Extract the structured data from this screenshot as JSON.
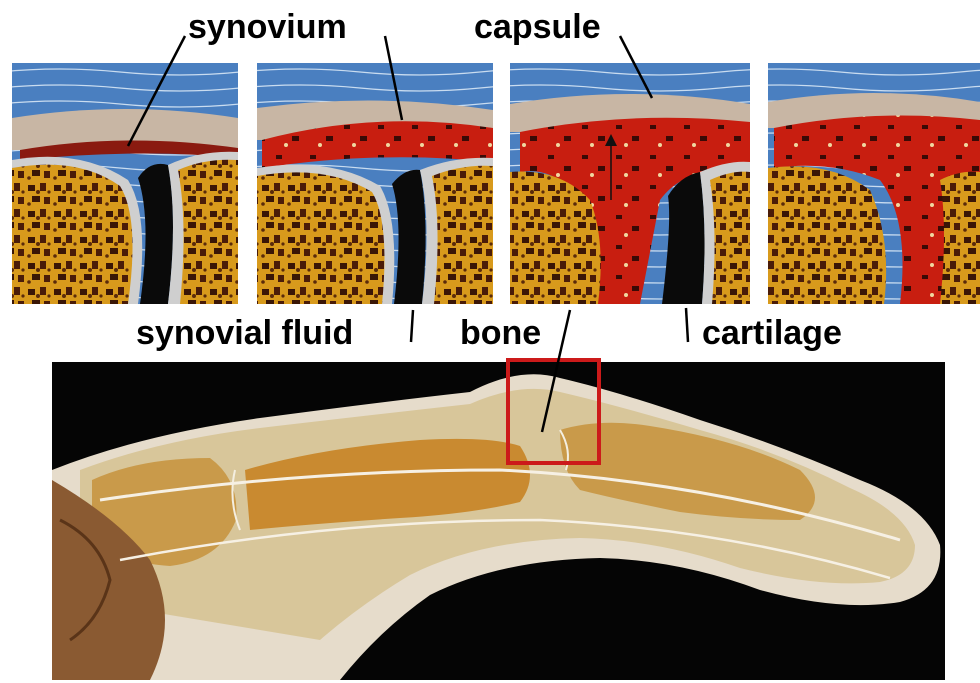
{
  "labels": {
    "synovium": "synovium",
    "capsule": "capsule",
    "synovial_fluid": "synovial fluid",
    "bone": "bone",
    "cartilage": "cartilage"
  },
  "colors": {
    "capsule_blue": "#4a7fc0",
    "synovium_red": "#c81e10",
    "bone_yellow": "#d89a1c",
    "highlight_box": "#cc1a1a",
    "photo_background": "#050505"
  }
}
